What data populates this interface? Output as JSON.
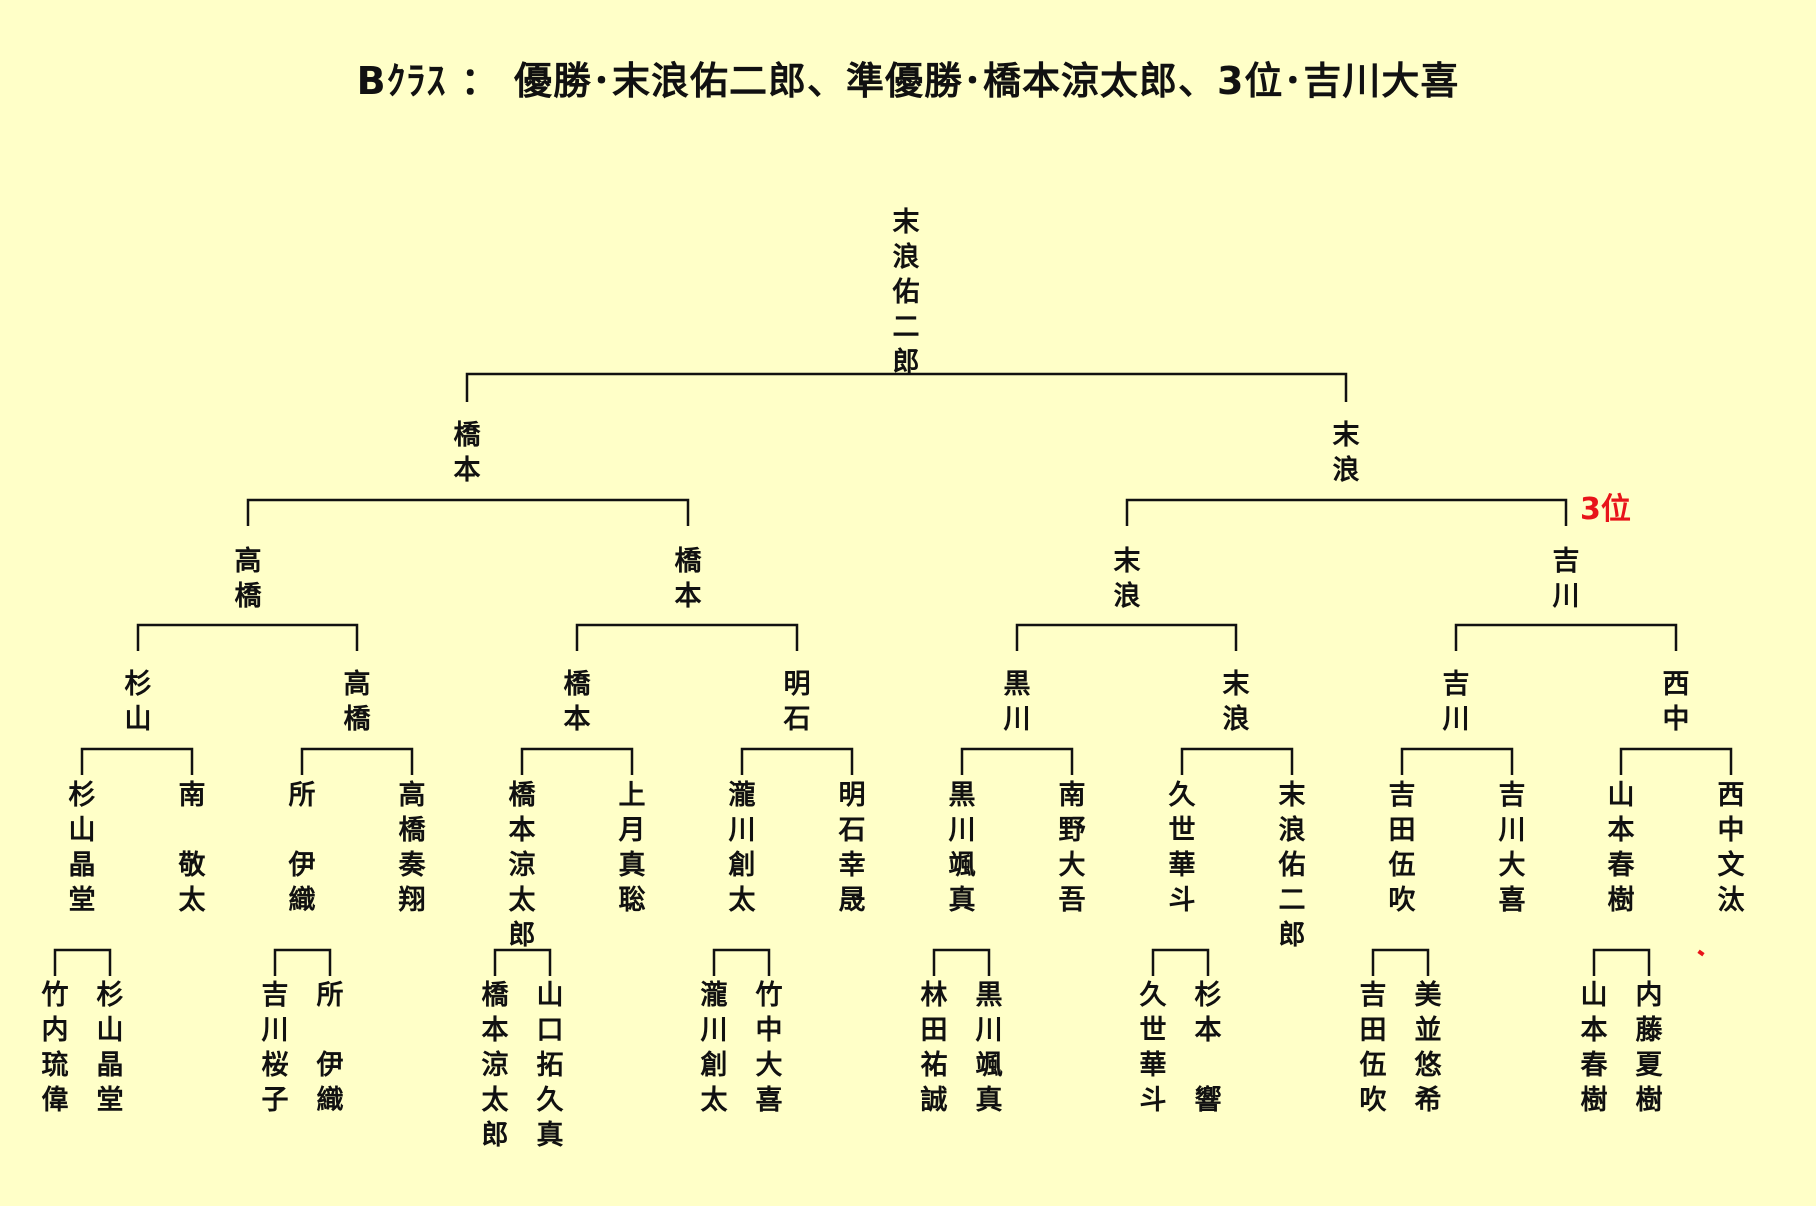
{
  "title": "Bｸﾗｽ ： 優勝･末浪佑二郎、準優勝･橋本涼太郎、3位･吉川大喜",
  "place_label": "3位",
  "colors": {
    "background": "#ffffc8",
    "line": "#111111",
    "accent": "#e8141a"
  },
  "winner": {
    "id": "winner",
    "name": "末浪佑二郎"
  },
  "round_semis": [
    {
      "id": "s1",
      "name": "橋本"
    },
    {
      "id": "s2",
      "name": "末浪"
    }
  ],
  "round_quarters": [
    {
      "id": "q1",
      "name": "高橋"
    },
    {
      "id": "q2",
      "name": "橋本"
    },
    {
      "id": "q3",
      "name": "末浪"
    },
    {
      "id": "q4",
      "name": "吉川"
    }
  ],
  "round_16": [
    {
      "id": "r1",
      "name": "杉山"
    },
    {
      "id": "r2",
      "name": "高橋"
    },
    {
      "id": "r3",
      "name": "橋本"
    },
    {
      "id": "r4",
      "name": "明石"
    },
    {
      "id": "r5",
      "name": "黒川"
    },
    {
      "id": "r6",
      "name": "末浪"
    },
    {
      "id": "r7",
      "name": "吉川"
    },
    {
      "id": "r8",
      "name": "西中"
    }
  ],
  "round_32": [
    {
      "id": "p1",
      "name": "杉山晶堂"
    },
    {
      "id": "p2",
      "name": "南　敬太"
    },
    {
      "id": "p3",
      "name": "所　伊織"
    },
    {
      "id": "p4",
      "name": "高橋奏翔"
    },
    {
      "id": "p5",
      "name": "橋本涼太郎"
    },
    {
      "id": "p6",
      "name": "上月真聡"
    },
    {
      "id": "p7",
      "name": "瀧川創太"
    },
    {
      "id": "p8",
      "name": "明石幸晟"
    },
    {
      "id": "p9",
      "name": "黒川颯真"
    },
    {
      "id": "p10",
      "name": "南野大吾"
    },
    {
      "id": "p11",
      "name": "久世華斗"
    },
    {
      "id": "p12",
      "name": "末浪佑二郎"
    },
    {
      "id": "p13",
      "name": "吉田伍吹"
    },
    {
      "id": "p14",
      "name": "吉川大喜"
    },
    {
      "id": "p15",
      "name": "山本春樹"
    },
    {
      "id": "p16",
      "name": "西中文汰"
    }
  ],
  "round_first": [
    {
      "id": "f1",
      "name": "竹内琉偉"
    },
    {
      "id": "f2",
      "name": "杉山晶堂"
    },
    {
      "id": "f3",
      "name": "吉川桜子"
    },
    {
      "id": "f4",
      "name": "所　伊織"
    },
    {
      "id": "f5",
      "name": "橋本涼太郎"
    },
    {
      "id": "f6",
      "name": "山口拓久真"
    },
    {
      "id": "f7",
      "name": "瀧川創太"
    },
    {
      "id": "f8",
      "name": "竹中大喜"
    },
    {
      "id": "f9",
      "name": "林田祐誠"
    },
    {
      "id": "f10",
      "name": "黒川颯真"
    },
    {
      "id": "f11",
      "name": "久世華斗"
    },
    {
      "id": "f12",
      "name": "杉本　響"
    },
    {
      "id": "f13",
      "name": "吉田伍吹"
    },
    {
      "id": "f14",
      "name": "美並悠希"
    },
    {
      "id": "f15",
      "name": "山本春樹"
    },
    {
      "id": "f16",
      "name": "内藤夏樹"
    }
  ]
}
